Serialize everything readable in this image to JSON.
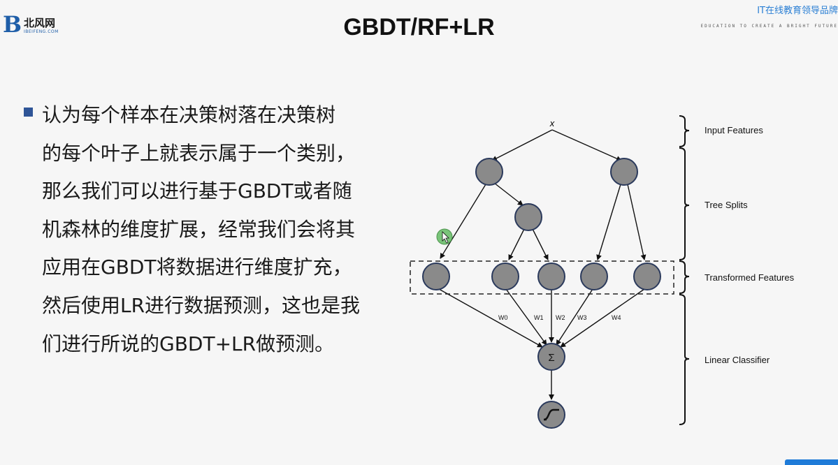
{
  "logo": {
    "mark": "B",
    "name": "北风网",
    "sub": "IBEIFENG.COM"
  },
  "header_right": {
    "title": "IT在线教育领导品牌",
    "subtitle": "EDUCATION TO CREATE A BRIGHT FUTURE"
  },
  "title": "GBDT/RF+LR",
  "bullet_lines": [
    "认为每个样本在决策树落在决策树",
    "的每个叶子上就表示属于一个类别，",
    "那么我们可以进行基于GBDT或者随",
    "机森林的维度扩展，经常我们会将其",
    "应用在GBDT将数据进行维度扩充，",
    "然后使用LR进行数据预测，这也是我",
    "们进行所说的GBDT+LR做预测。"
  ],
  "diagram": {
    "input_label": "x",
    "sections": [
      "Input Features",
      "Tree Splits",
      "Transformed Features",
      "Linear Classifier"
    ],
    "weights": [
      "W0",
      "W1",
      "W2",
      "W3",
      "W4"
    ],
    "sum_symbol": "Σ"
  },
  "colors": {
    "bullet": "#2f5597",
    "node_fill": "#8a8a8a",
    "node_stroke": "#2b3a5c",
    "accent": "#1f7bd8"
  }
}
